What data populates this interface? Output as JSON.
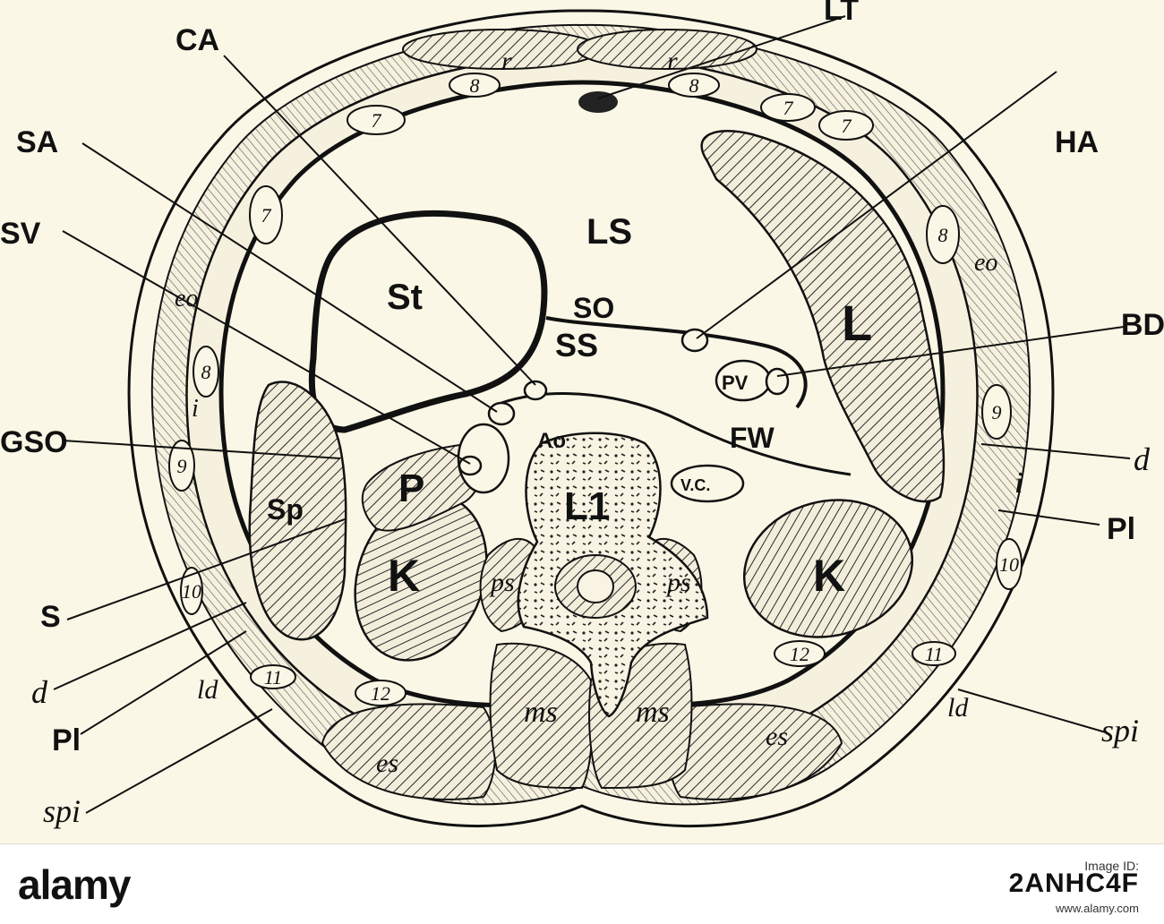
{
  "labels": {
    "CA": "CA",
    "LT": "LT",
    "SA": "SA",
    "HA": "HA",
    "SV": "SV",
    "BD": "BD",
    "GSO": "GSO",
    "d_right": "d",
    "Pl_right": "Pl",
    "S": "S",
    "d_left": "d",
    "Pl_left": "Pl",
    "spi_left": "spi",
    "spi_right": "spi"
  },
  "regions": {
    "LS": "LS",
    "SO": "SO",
    "SS": "SS",
    "St": "St",
    "L": "L",
    "PV": "PV",
    "FW": "FW",
    "Ao": "Ao",
    "P": "P",
    "VC": "V.C.",
    "L1": "L1",
    "Sp": "Sp",
    "K_left": "K",
    "K_right": "K",
    "ps_left": "ps",
    "ps_right": "ps",
    "ms_left": "ms",
    "ms_right": "ms",
    "es_left": "es",
    "es_right": "es",
    "ld_left": "ld",
    "ld_right": "ld",
    "r_left": "r",
    "r_right": "r",
    "eo_left": "eo",
    "eo_right": "eo",
    "i_left": "i",
    "i_right": "i"
  },
  "ribs": {
    "r8a": "8",
    "r8b": "8",
    "r7a": "7",
    "r7b": "7",
    "r7c": "7",
    "r7d": "7",
    "r8c": "8",
    "r8d": "8",
    "r9a": "9",
    "r9b": "9",
    "r10a": "10",
    "r10b": "10",
    "r11a": "11",
    "r11b": "11",
    "r12a": "12",
    "r12b": "12"
  },
  "watermark": {
    "brand": "alamy",
    "id_label": "Image ID:",
    "id_value": "2ANHC4F",
    "url": "www.alamy.com"
  }
}
